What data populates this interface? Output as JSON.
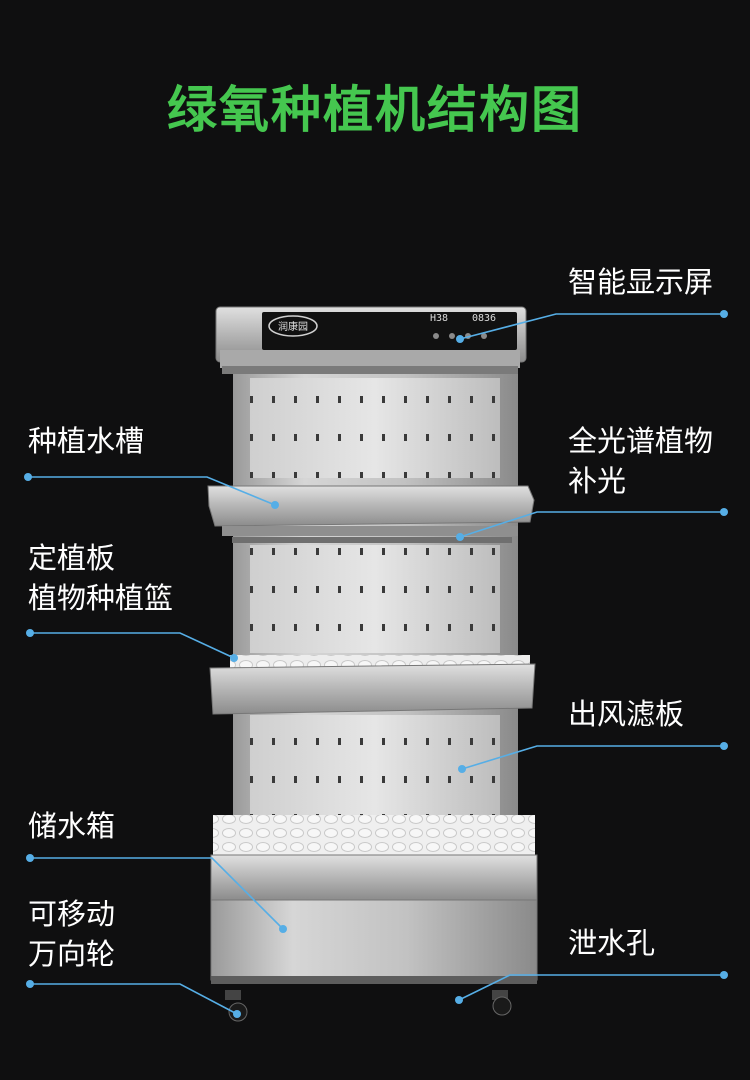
{
  "title": "绿氧种植机结构图",
  "brand_plate": "润康园",
  "display": {
    "left": "H38",
    "right": "0836"
  },
  "callouts": [
    {
      "id": "smart-screen",
      "text": "智能显示屏"
    },
    {
      "id": "planting-trough",
      "text": "种植水槽"
    },
    {
      "id": "full-spectrum-light",
      "text": "全光谱植物\n补光"
    },
    {
      "id": "planting-board",
      "text": "定植板\n植物种植篮"
    },
    {
      "id": "air-filter",
      "text": "出风滤板"
    },
    {
      "id": "water-tank",
      "text": "储水箱"
    },
    {
      "id": "casters",
      "text": "可移动\n万向轮"
    },
    {
      "id": "drain-hole",
      "text": "泄水孔"
    }
  ],
  "colors": {
    "title": "#45c74f",
    "leader": "#56aee6",
    "background": "#0f0f10"
  }
}
